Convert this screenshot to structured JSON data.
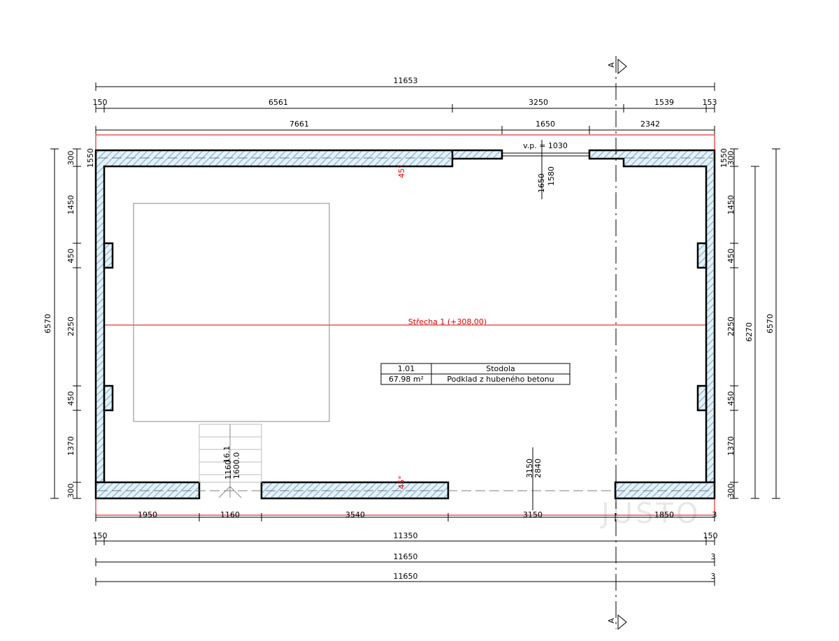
{
  "dims_top": {
    "overall": "11653",
    "row2": [
      "150",
      "6561",
      "3250",
      "1539",
      "153"
    ],
    "row3": [
      "7661",
      "1650",
      "2342"
    ]
  },
  "dims_bottom": {
    "row1": [
      "1950",
      "1160",
      "3540",
      "3150",
      "1850",
      "3"
    ],
    "row2": [
      "150",
      "11350",
      "150"
    ],
    "row3": [
      "11650",
      "3"
    ],
    "row4": [
      "11650",
      "3"
    ]
  },
  "dims_left": {
    "overall": "6570",
    "segments": [
      "300",
      "1450",
      "450",
      "2250",
      "450",
      "1370",
      "300"
    ],
    "top_small": "1550"
  },
  "dims_right": {
    "overall": "6570",
    "inner": "6270",
    "segments": [
      "300",
      "1450",
      "450",
      "2250",
      "450",
      "1370",
      "300"
    ],
    "top_small": "1550"
  },
  "opening_top": {
    "vp_label": "v.p. = 1030",
    "height_a": "1650",
    "height_b": "1580"
  },
  "opening_bottom": {
    "width_a": "3150",
    "width_b": "2840"
  },
  "stair": {
    "count": "16.1",
    "size_a": "1160",
    "size_b": "1600.0"
  },
  "section_marker": "A",
  "roof_label": "Střecha 1 (+308,00)",
  "slope_top": "45°",
  "slope_bottom": "45°",
  "room": {
    "number": "1.01",
    "name": "Stodola",
    "area": "67.98 m²",
    "floor": "Podklad z hubeného betonu"
  },
  "watermark": "JUSTO",
  "colors": {
    "wall_hatch": "#7fb7d6",
    "roof_line": "#e00000",
    "ink": "#000000"
  }
}
